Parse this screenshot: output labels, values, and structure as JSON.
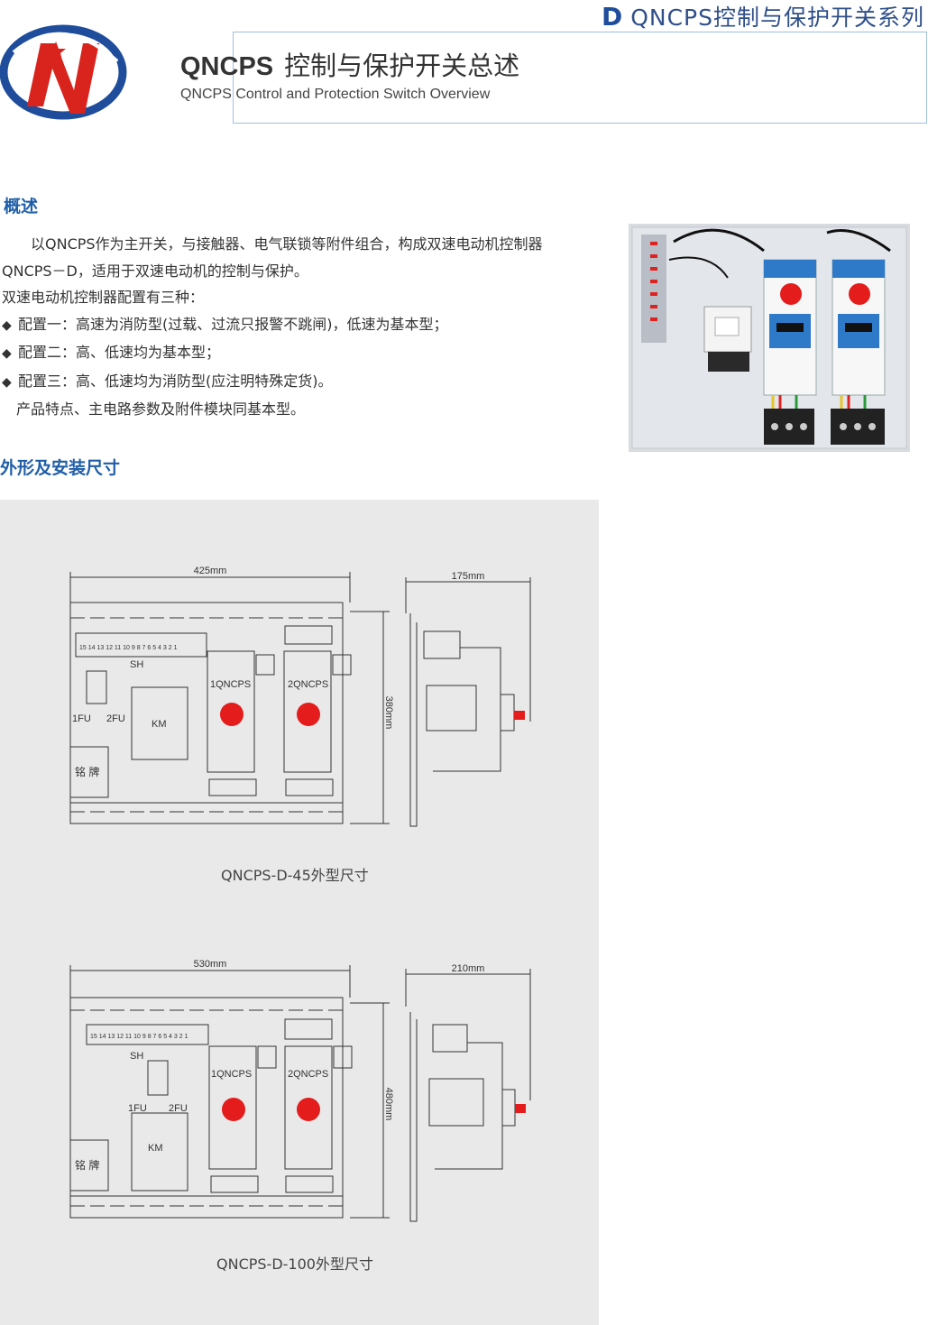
{
  "header": {
    "series_letter": "D",
    "series_title": "QNCPS控制与保护开关系列",
    "title_model": "QNCPS",
    "title_cn": "控制与保护开关总述",
    "title_en": "QNCPS  Control  and  Protection  Switch  Overview"
  },
  "overview": {
    "heading": "概述",
    "lines": [
      "　　以QNCPS作为主开关，与接触器、电气联锁等附件组合，构成双速电动机控制器",
      "QNCPS－D，适用于双速电动机的控制与保护。",
      "双速电动机控制器配置有三种："
    ],
    "bullets": [
      "配置一：高速为消防型(过载、过流只报警不跳闸)，低速为基本型；",
      "配置二：高、低速均为基本型；",
      "配置三：高、低速均为消防型(应注明特殊定货)。"
    ],
    "closing": "　产品特点、主电路参数及附件模块同基本型。"
  },
  "dimensions": {
    "heading": "外形及安装尺寸",
    "drawing1": {
      "caption": "QNCPS-D-45外型尺寸",
      "width": "425mm",
      "height": "380mm",
      "depth": "175mm"
    },
    "drawing2": {
      "caption": "QNCPS-D-100外型尺寸",
      "width": "530mm",
      "height": "480mm",
      "depth": "210mm"
    },
    "labels": {
      "sh": "SH",
      "fu1": "1FU",
      "fu2": "2FU",
      "km": "KM",
      "nameplate": "铭  牌",
      "switch1": "1QNCPS",
      "switch2": "2QNCPS",
      "terminals": "15 14 13 12 11 10  9  8  7  6  5  4  3  2  1"
    }
  },
  "colors": {
    "accent_blue": "#1f5ea8",
    "knob_red": "#e41c1c",
    "panel_gray": "#e9e9ea"
  }
}
